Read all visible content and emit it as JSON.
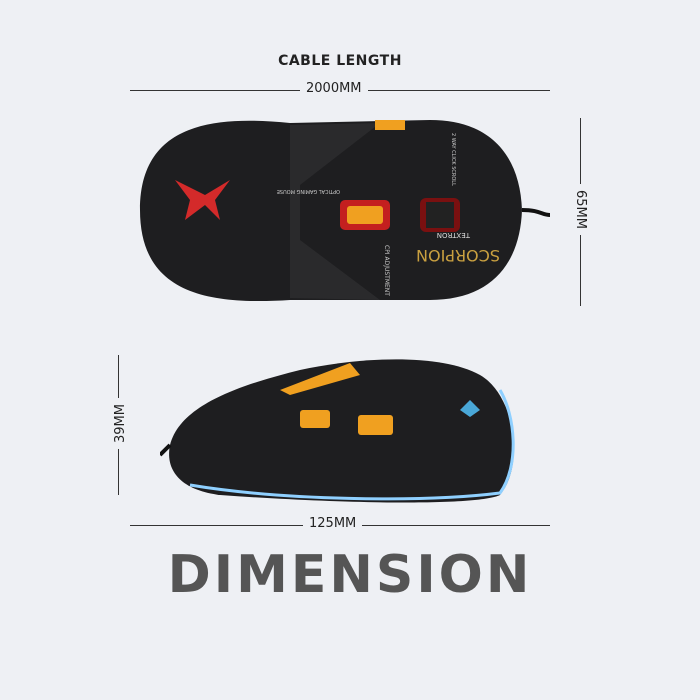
{
  "header": {
    "title": "CABLE LENGTH",
    "cable_length": "2000MM"
  },
  "dimensions": {
    "width": "65MM",
    "height": "39MM",
    "length": "125MM"
  },
  "footer": {
    "title": "DIMENSION"
  },
  "product": {
    "brand": "TEXTRON",
    "model": "SCORPION",
    "labels": [
      "2 WAY CLICK SCROLL",
      "OPTICAL GAMING MOUSE",
      "CPI ADJUSTMENT"
    ]
  },
  "colors": {
    "accent": "#f0a020",
    "body": "#1e1e20",
    "glow": "#8fd0ff",
    "text": "#555555"
  }
}
